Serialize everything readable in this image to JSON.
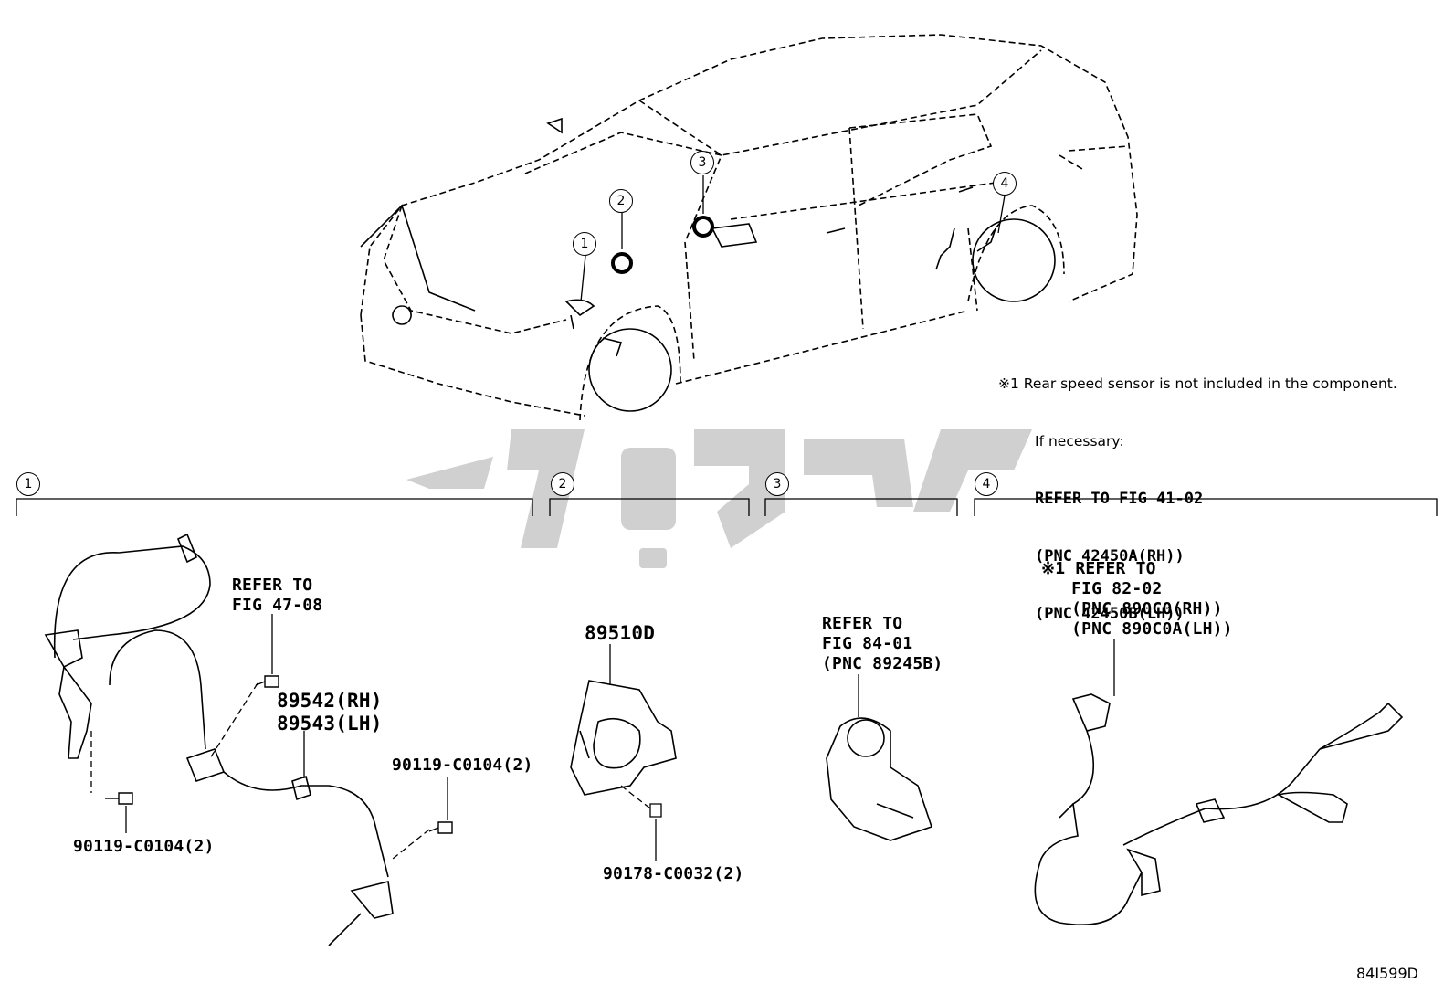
{
  "note": {
    "line1": "※1 Rear speed sensor is not included in the component.",
    "line2": "If necessary:",
    "line3": "REFER TO FIG 41-02",
    "line4": "(PNC 42450A(RH))",
    "line5": "(PNC 42450B(LH))"
  },
  "callouts": [
    "1",
    "2",
    "3",
    "4"
  ],
  "section1": {
    "refer": "REFER TO\nFIG 47-08",
    "part_rh_lh": "89542(RH)\n89543(LH)",
    "bolt_a": "90119-C0104(2)",
    "bolt_b": "90119-C0104(2)"
  },
  "section2": {
    "part": "89510D",
    "bolt": "90178-C0032(2)"
  },
  "section3": {
    "refer": "REFER TO\nFIG 84-01\n(PNC 89245B)"
  },
  "section4": {
    "refer": "※1 REFER TO\n   FIG 82-02\n   (PNC 890C0(RH))\n   (PNC 890C0A(LH))"
  },
  "figure_code": "84I599D"
}
